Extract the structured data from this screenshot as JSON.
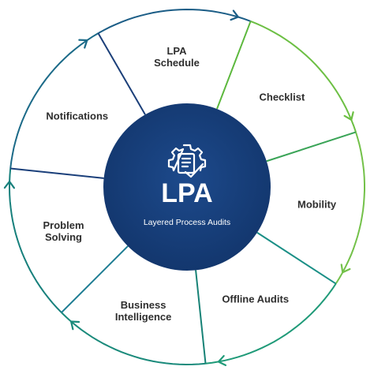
{
  "hub": {
    "title": "LPA",
    "subtitle": "Layered Process Audits",
    "icon": "gear-document-check-icon",
    "color": "#173f7a"
  },
  "segments": [
    {
      "lines": [
        "LPA",
        "Schedule"
      ]
    },
    {
      "lines": [
        "Checklist"
      ]
    },
    {
      "lines": [
        "Mobility"
      ]
    },
    {
      "lines": [
        "Offline Audits"
      ]
    },
    {
      "lines": [
        "Business",
        "Intelligence"
      ]
    },
    {
      "lines": [
        "Problem",
        "Solving"
      ]
    },
    {
      "lines": [
        "Notifications"
      ]
    }
  ],
  "colors": {
    "navy": "#1a3e77",
    "teal": "#17807c",
    "green": "#5cb83d",
    "lime": "#8cc63f",
    "label": "#2e2e2e"
  }
}
